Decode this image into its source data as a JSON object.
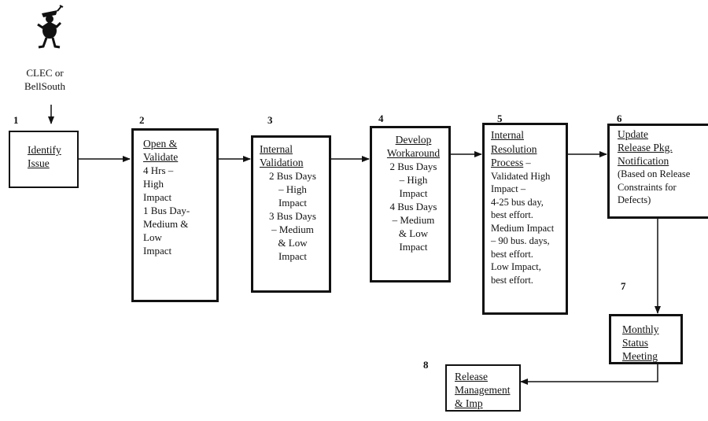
{
  "actor": {
    "label_line1": "CLEC or",
    "label_line2": "BellSouth"
  },
  "steps": [
    {
      "number": "1",
      "title": "Identify\nIssue",
      "body": ""
    },
    {
      "number": "2",
      "title": "Open &\nValidate",
      "body": "4 Hrs –\nHigh\nImpact\n 1 Bus Day-\nMedium &\nLow\nImpact"
    },
    {
      "number": "3",
      "title": "Internal\nValidation",
      "body": "2 Bus Days\n– High\nImpact\n3 Bus Days\n– Medium\n& Low\nImpact"
    },
    {
      "number": "4",
      "title": "Develop\nWorkaround",
      "body": "2 Bus Days\n– High\nImpact\n4 Bus Days\n– Medium\n& Low\nImpact"
    },
    {
      "number": "5",
      "title": "Internal\nResolution\nProcess",
      "title_suffix": " –",
      "body": "Validated High\nImpact –\n4-25 bus day,\nbest effort.\nMedium Impact\n– 90 bus. days,\nbest effort.\nLow Impact,\nbest effort."
    },
    {
      "number": "6",
      "title": "Update\nRelease Pkg.\nNotification",
      "body": "(Based on Release\nConstraints for\nDefects)"
    },
    {
      "number": "7",
      "title": "Monthly\nStatus\nMeeting",
      "body": ""
    },
    {
      "number": "8",
      "title": "Release\nManagement\n& Imp",
      "body": ""
    }
  ]
}
